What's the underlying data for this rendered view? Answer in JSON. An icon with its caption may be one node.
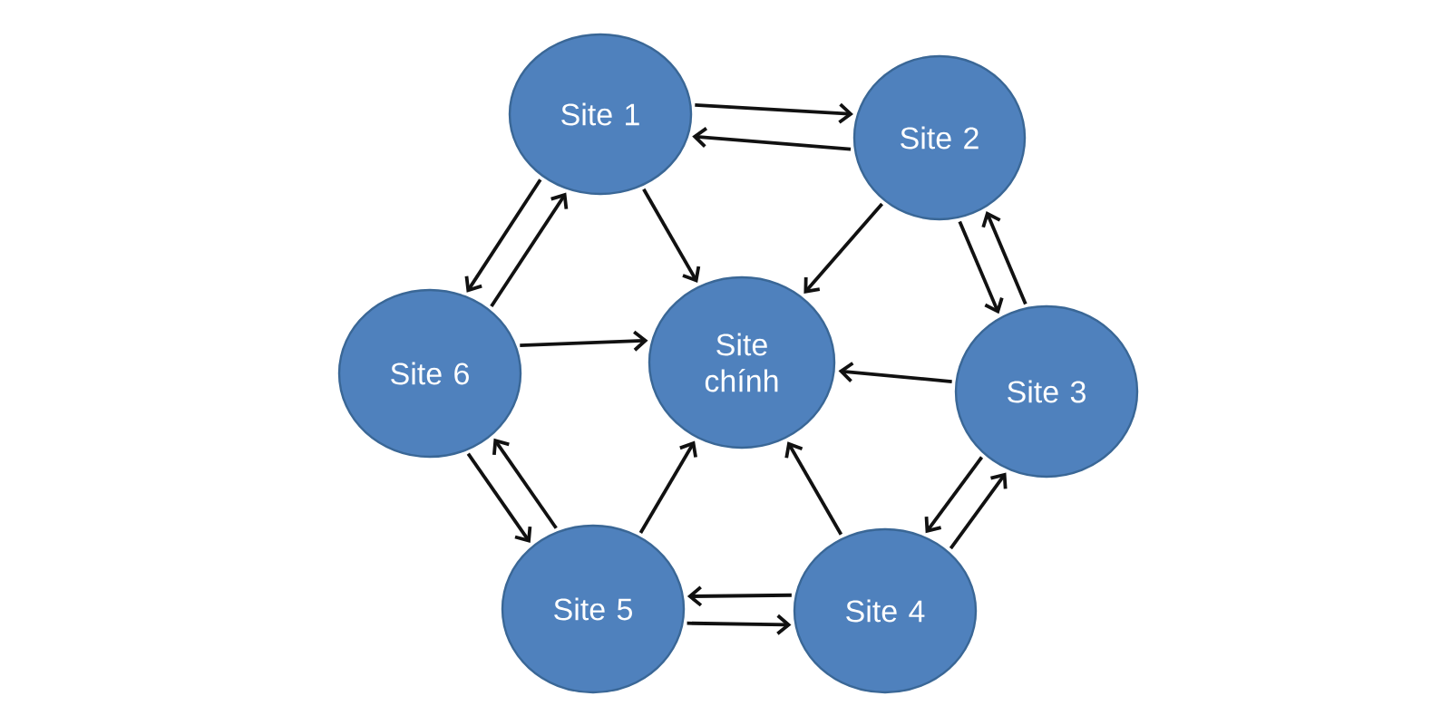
{
  "diagram": {
    "nodes": [
      {
        "text": [
          "Site 1"
        ]
      },
      {
        "text": [
          "Site 2"
        ]
      },
      {
        "text": [
          "Site 6"
        ]
      },
      {
        "text": [
          "Site chính"
        ]
      },
      {
        "text": [
          "Site 3"
        ]
      },
      {
        "text": [
          "Site 5"
        ]
      },
      {
        "text": [
          "Site 4"
        ]
      }
    ],
    "edges": [
      {
        "from": 0,
        "to": 1,
        "arrow": "to"
      },
      {
        "from": 1,
        "to": 0,
        "arrow": "to"
      },
      {
        "from": 1,
        "to": 4,
        "arrow": "to"
      },
      {
        "from": 4,
        "to": 1,
        "arrow": "to"
      },
      {
        "from": 4,
        "to": 6,
        "arrow": "to"
      },
      {
        "from": 6,
        "to": 4,
        "arrow": "to"
      },
      {
        "from": 6,
        "to": 5,
        "arrow": "to"
      },
      {
        "from": 5,
        "to": 6,
        "arrow": "to"
      },
      {
        "from": 5,
        "to": 2,
        "arrow": "to"
      },
      {
        "from": 2,
        "to": 5,
        "arrow": "to"
      },
      {
        "from": 2,
        "to": 0,
        "arrow": "to"
      },
      {
        "from": 0,
        "to": 2,
        "arrow": "to"
      },
      {
        "from": 0,
        "to": 3,
        "arrow": "to"
      },
      {
        "from": 1,
        "to": 3,
        "arrow": "to"
      },
      {
        "from": 2,
        "to": 3,
        "arrow": "to"
      },
      {
        "from": 4,
        "to": 3,
        "arrow": "to"
      },
      {
        "from": 6,
        "to": 3,
        "arrow": "to"
      },
      {
        "from": 5,
        "to": 3,
        "arrow": "to"
      }
    ]
  }
}
